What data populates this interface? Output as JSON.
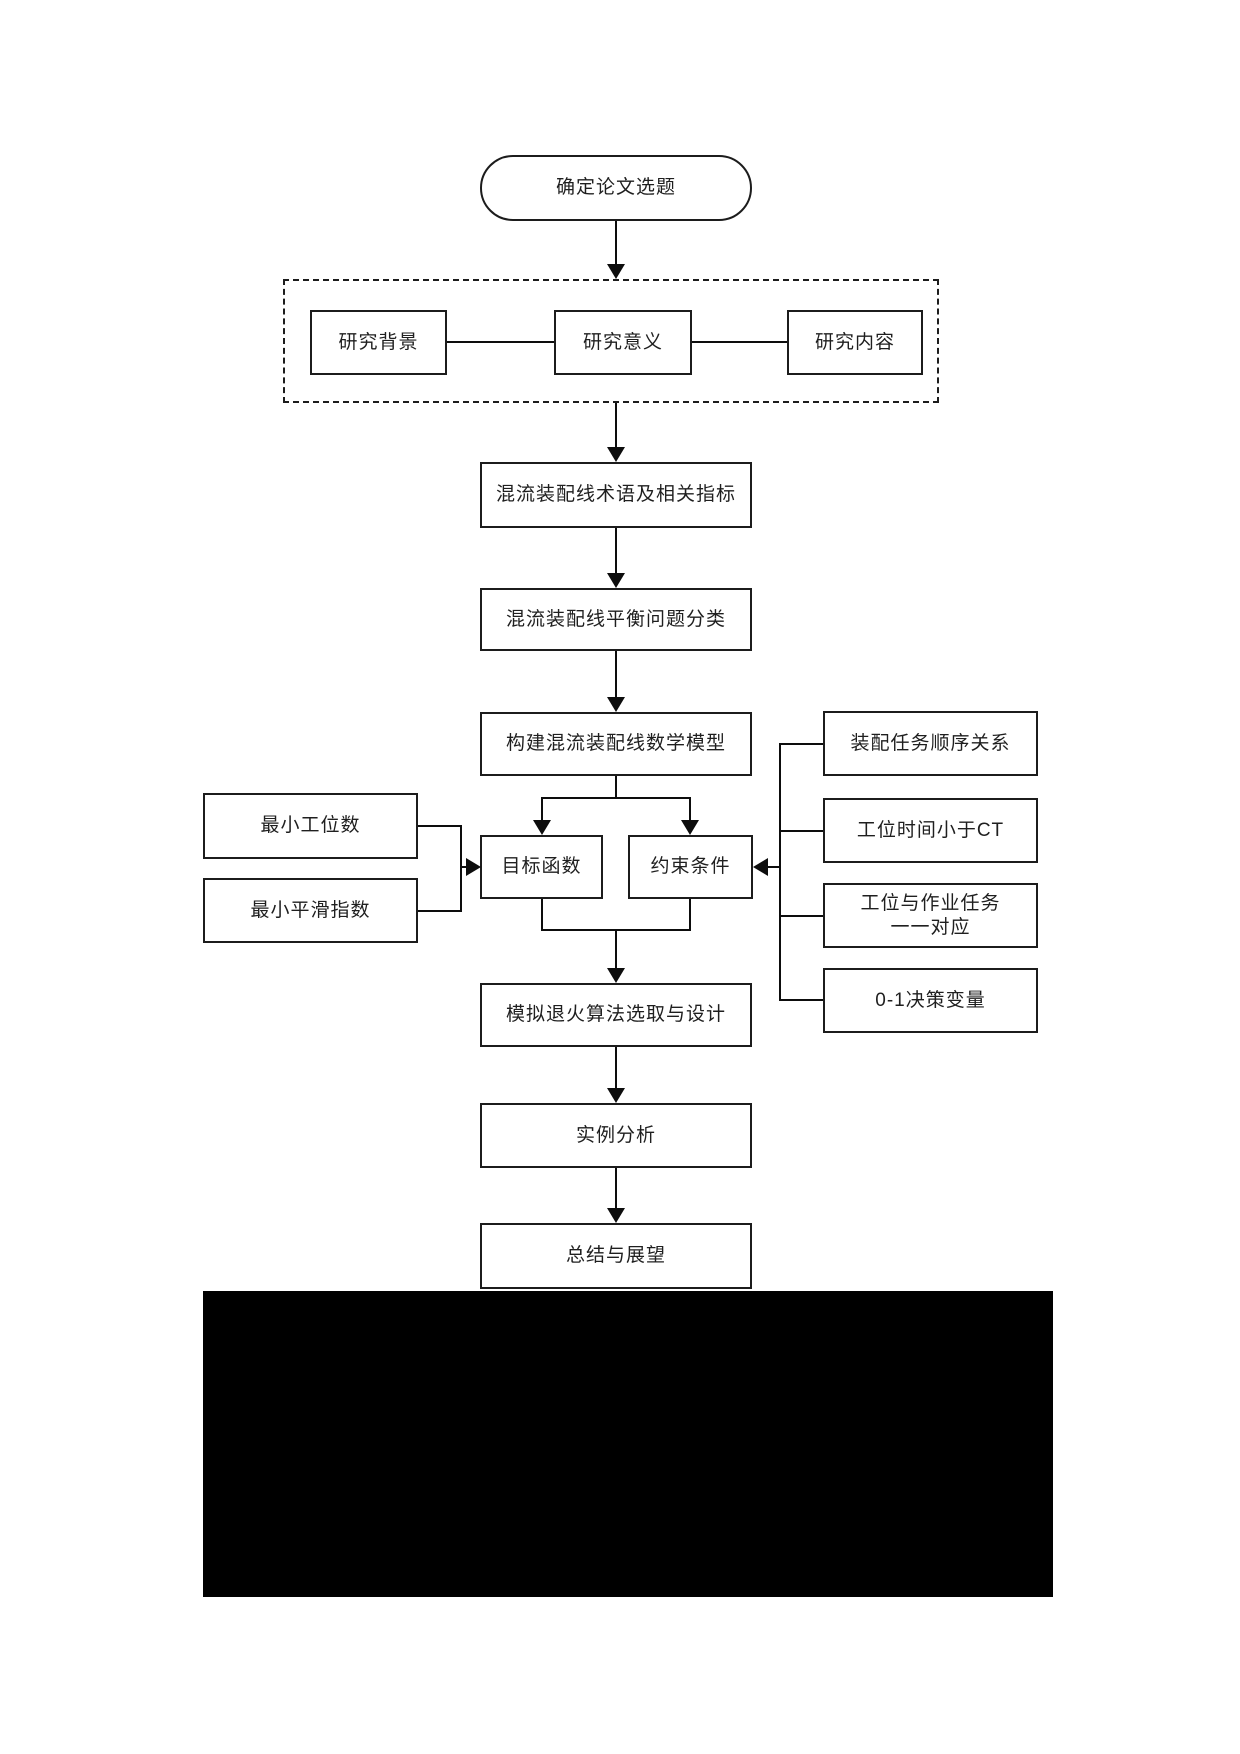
{
  "page": {
    "background_color": "#ffffff",
    "line_color": "#0d0d0d",
    "redaction_color": "#000000"
  },
  "flowchart": {
    "start": {
      "label": "确定论文选题"
    },
    "intro_group": {
      "background": {
        "label": "研究背景"
      },
      "significance": {
        "label": "研究意义"
      },
      "content": {
        "label": "研究内容"
      }
    },
    "steps": {
      "terminology": {
        "label": "混流装配线术语及相关指标"
      },
      "classification": {
        "label": "混流装配线平衡问题分类"
      },
      "model": {
        "label": "构建混流装配线数学模型"
      },
      "algorithm": {
        "label": "模拟退火算法选取与设计"
      },
      "case_study": {
        "label": "实例分析"
      },
      "summary": {
        "label": "总结与展望"
      }
    },
    "branch": {
      "objective": {
        "label": "目标函数"
      },
      "constraints": {
        "label": "约束条件"
      }
    },
    "objective_inputs": {
      "min_stations": {
        "label": "最小工位数"
      },
      "min_smoothness": {
        "label": "最小平滑指数"
      }
    },
    "constraint_inputs": {
      "precedence": {
        "label": "装配任务顺序关系"
      },
      "cycle_time": {
        "label": "工位时间小于CT"
      },
      "assignment": {
        "line1": "工位与作业任务",
        "line2": "一一对应"
      },
      "decision_vars": {
        "label": "0-1决策变量"
      }
    }
  }
}
